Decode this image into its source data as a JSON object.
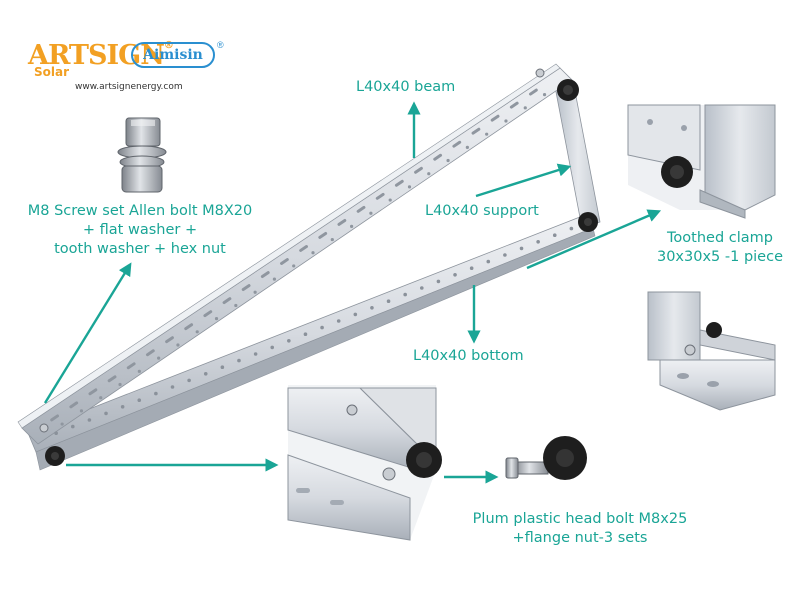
{
  "brand": {
    "artsign": "ARTSIGN",
    "artsign_reg": "®",
    "solar": "Solar",
    "aimisin": "Aimisin",
    "aimisin_reg": "®",
    "website": "www.artsignenergy.com"
  },
  "labels": {
    "beam": "L40x40 beam",
    "support": "L40x40 support",
    "bottom": "L40x40 bottom",
    "screw_line1": "M8 Screw set Allen bolt M8X20",
    "screw_line2": "+ flat washer +",
    "screw_line3": "tooth washer + hex nut",
    "clamp_line1": "Toothed clamp",
    "clamp_line2": "30x30x5 -1 piece",
    "plum_line1": "Plum plastic head bolt M8x25",
    "plum_line2": "+flange nut-3 sets"
  },
  "colors": {
    "accent": "#1aa596",
    "aluminum": "#d4d8de",
    "aluminum_dark": "#9aa1ab",
    "knob": "#1e1e1e",
    "artsign_orange": "#f2a023",
    "aimisin_blue": "#2a8fd0"
  },
  "icons": [
    "arrow-icon",
    "plum-knob-icon",
    "screw-set-icon"
  ]
}
